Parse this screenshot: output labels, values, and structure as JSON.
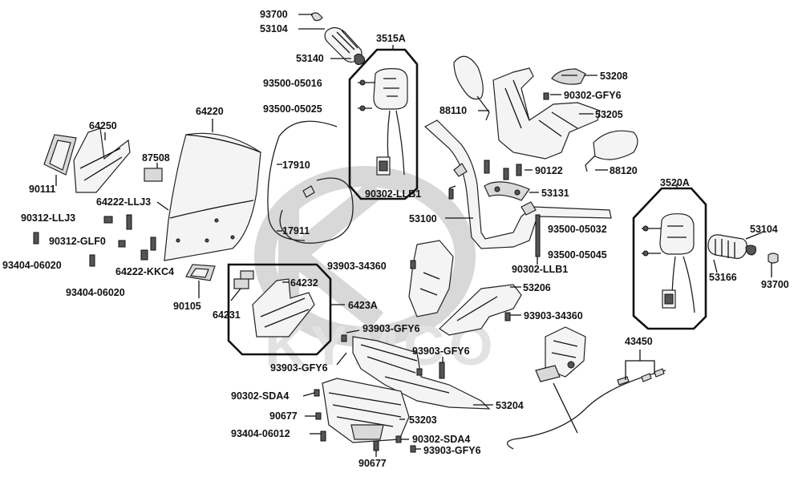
{
  "watermark": {
    "text": "KYMCO"
  },
  "labels": {
    "p93700a": "93700",
    "p53104a": "53104",
    "p53140": "53140",
    "p3515A": "3515A",
    "p93500_05016": "93500-05016",
    "p93500_05025": "93500-05025",
    "p64220": "64220",
    "p64250": "64250",
    "p87508": "87508",
    "p90111": "90111",
    "p17910": "17910",
    "p17911": "17911",
    "p64222_LLJ3": "64222-LLJ3",
    "p90312_LLJ3": "90312-LLJ3",
    "p90312_GLF0": "90312-GLF0",
    "p93404_06020a": "93404-06020",
    "p64222_KKC4": "64222-KKC4",
    "p93404_06020b": "93404-06020",
    "p90105": "90105",
    "p64231": "64231",
    "p64232": "64232",
    "p6423A": "6423A",
    "p93903_34360a": "93903-34360",
    "p93903_GFY6a": "93903-GFY6",
    "p93903_GFY6b": "93903-GFY6",
    "p93903_GFY6c": "93903-GFY6",
    "p90302_SDA4a": "90302-SDA4",
    "p90677a": "90677",
    "p93404_06012": "93404-06012",
    "p90677b": "90677",
    "p90302_SDA4b": "90302-SDA4",
    "p93903_GFY6d": "93903-GFY6",
    "p53203": "53203",
    "p53204": "53204",
    "p53208": "53208",
    "p90302_GFY6": "90302-GFY6",
    "p88110": "88110",
    "p53205": "53205",
    "p90122": "90122",
    "p88120": "88120",
    "p90302_LLB1a": "90302-LLB1",
    "p53131": "53131",
    "p53100": "53100",
    "p90302_LLB1b": "90302-LLB1",
    "p53206": "53206",
    "p93903_34360b": "93903-34360",
    "p3520A": "3520A",
    "p93500_05032": "93500-05032",
    "p93500_05045": "93500-05045",
    "p53104b": "53104",
    "p53166": "53166",
    "p93700b": "93700",
    "p43450": "43450"
  }
}
